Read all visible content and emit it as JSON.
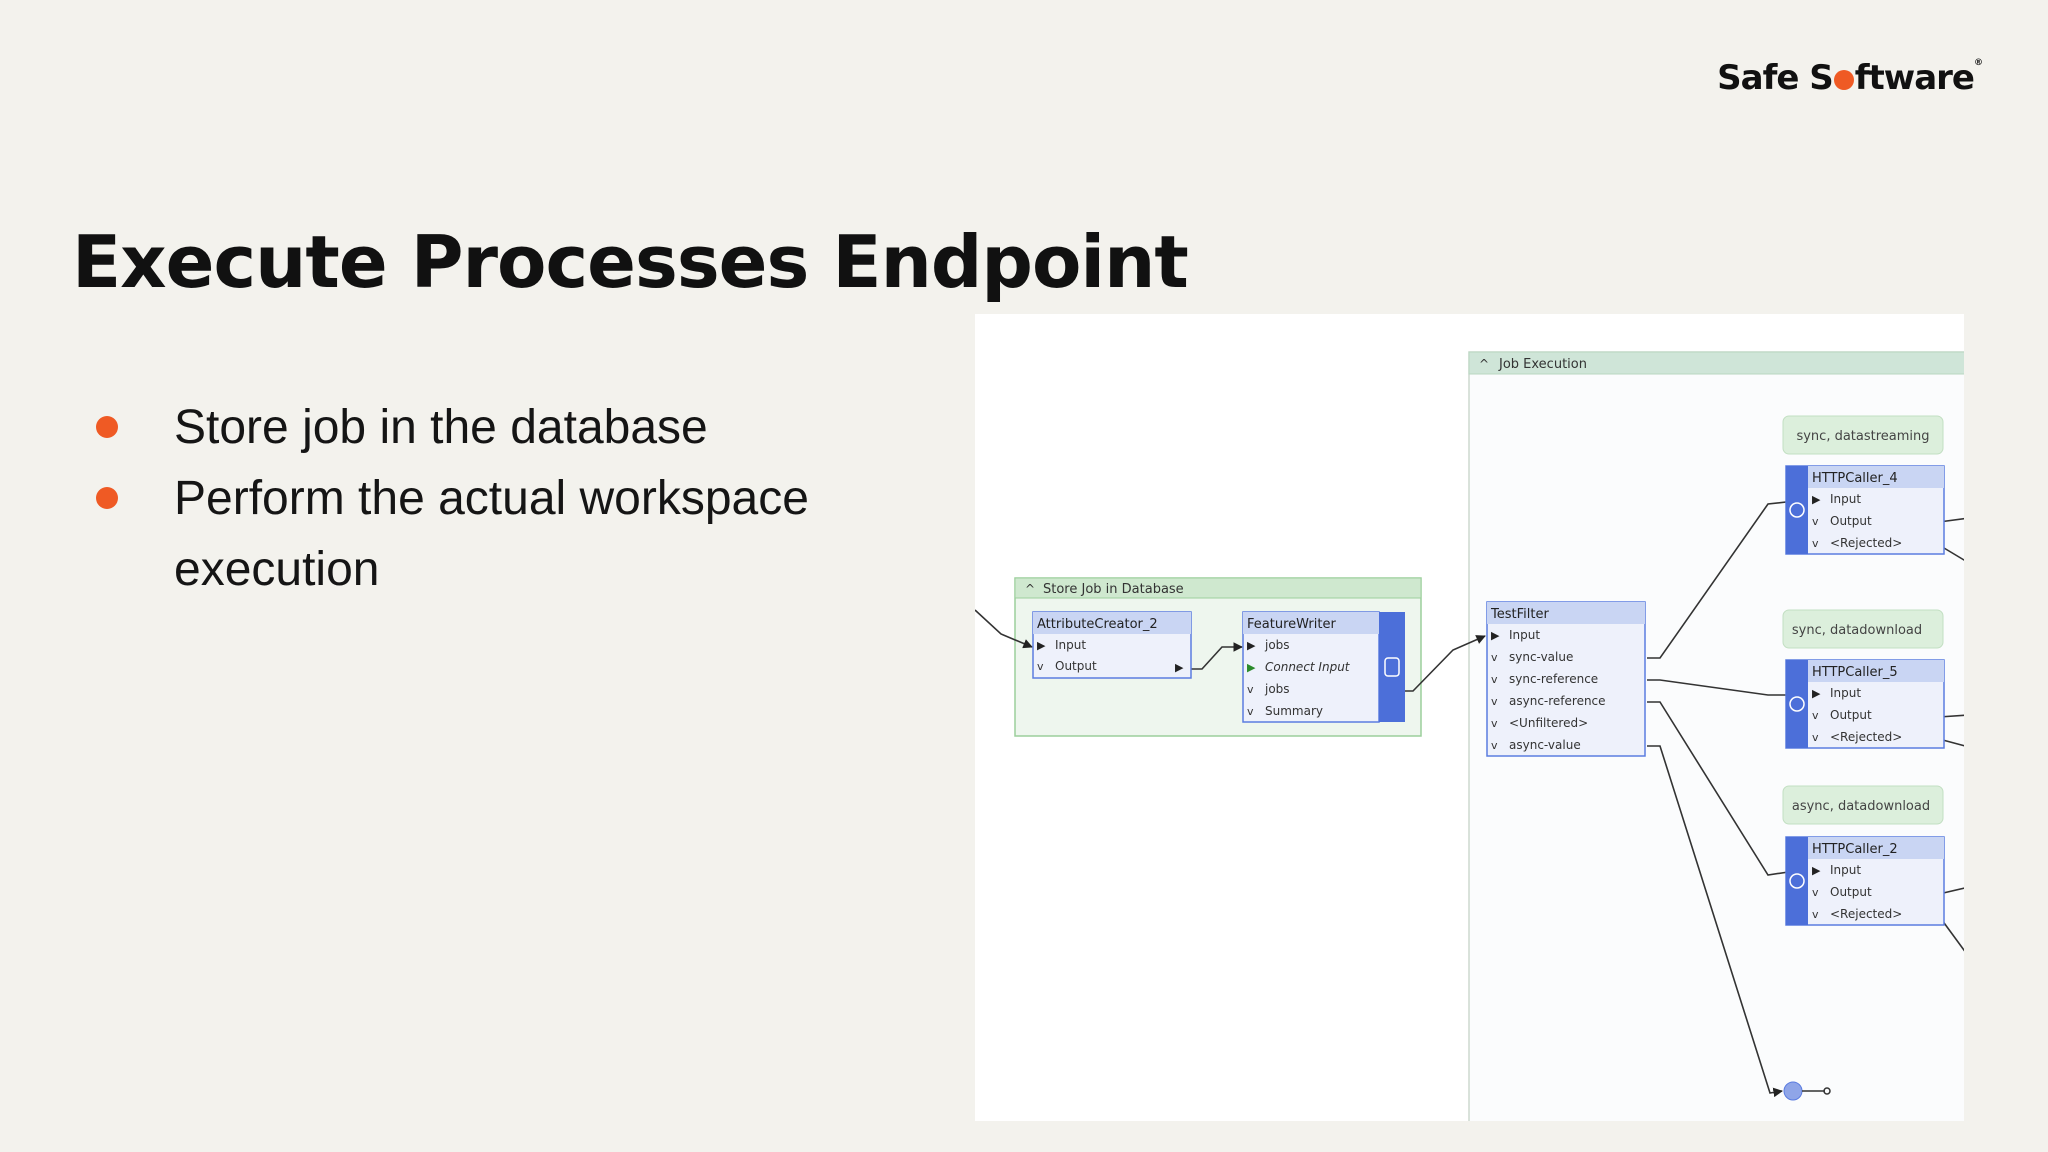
{
  "brand": {
    "name_part1": "Safe S",
    "name_part2": "ftware",
    "trademark": "®",
    "accent": "#ef5a24"
  },
  "slide": {
    "title": "Execute Processes Endpoint",
    "bullets": [
      "Store job in the database",
      "Perform the actual workspace execution"
    ]
  },
  "workbench": {
    "bookmarks": {
      "store": "Store Job in Database",
      "execution": "Job Execution"
    },
    "transformers": {
      "attr": {
        "name": "AttributeCreator_2",
        "ports": [
          "Input",
          "Output"
        ]
      },
      "writer": {
        "name": "FeatureWriter",
        "ports": [
          "jobs",
          "Connect Input",
          "jobs",
          "Summary"
        ]
      },
      "filter": {
        "name": "TestFilter",
        "ports": [
          "Input",
          "sync-value",
          "sync-reference",
          "async-reference",
          "<Unfiltered>",
          "async-value"
        ]
      },
      "caller4": {
        "name": "HTTPCaller_4",
        "ports": [
          "Input",
          "Output",
          "<Rejected>"
        ]
      },
      "caller5": {
        "name": "HTTPCaller_5",
        "ports": [
          "Input",
          "Output",
          "<Rejected>"
        ]
      },
      "caller2": {
        "name": "HTTPCaller_2",
        "ports": [
          "Input",
          "Output",
          "<Rejected>"
        ]
      }
    },
    "annotations": [
      "sync, datastreaming",
      "sync, datadownload",
      "async, datadownload"
    ],
    "colors": {
      "transformer_header": "#c9d5f3",
      "transformer_accent": "#4c6fd9",
      "bookmark_header": "#cfe8cf",
      "bookmark_header_alt": "#cfe5d8",
      "annotation_bg": "#dcefdc"
    }
  }
}
